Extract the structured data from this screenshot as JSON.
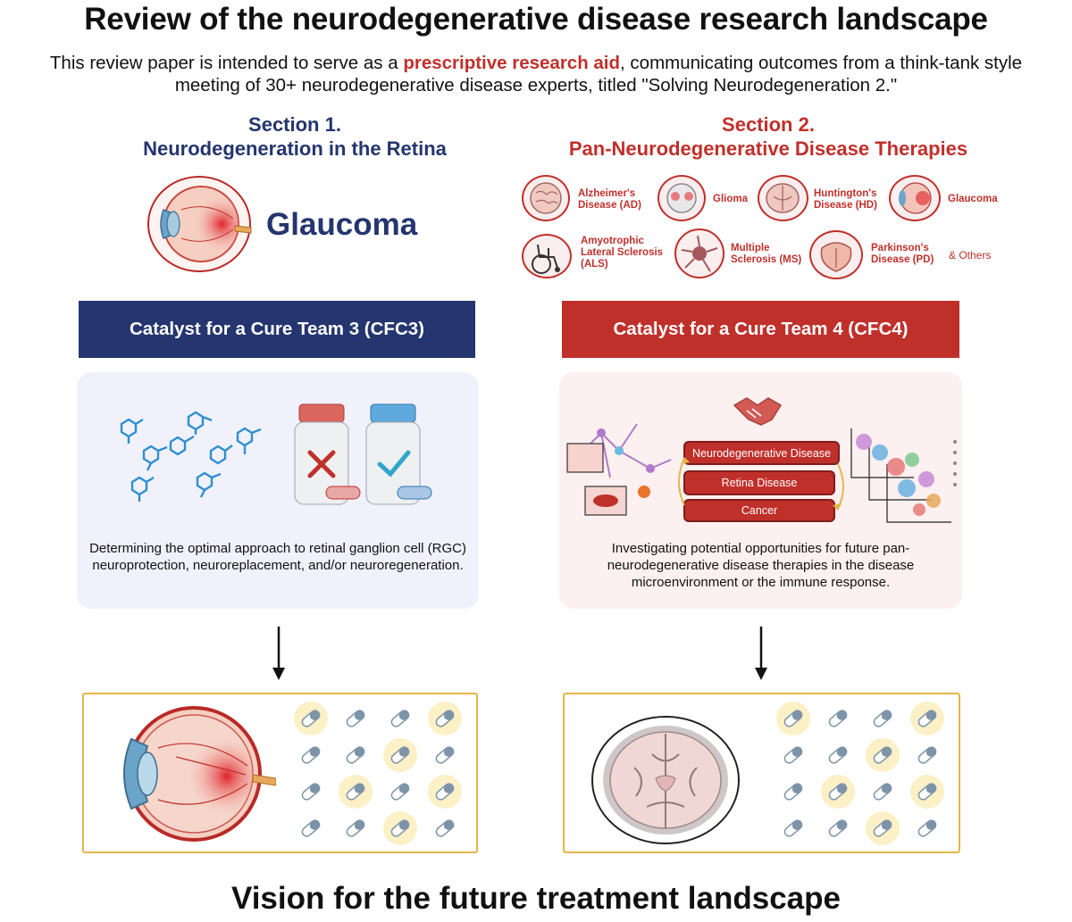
{
  "title": "Review of the neurodegenerative disease research landscape",
  "intro": {
    "before": "This review paper is intended to serve as a ",
    "highlight": "prescriptive research aid",
    "after": ", communicating outcomes from a think-tank style meeting of 30+ neurodegenerative disease experts, titled \"Solving Neurodegeneration 2.\""
  },
  "section1": {
    "heading": "Section 1.",
    "subheading": "Neurodegeneration in the Retina",
    "disease": "Glaucoma",
    "banner": "Catalyst for a Cure Team 3 (CFC3)",
    "description": "Determining the optimal approach to retinal ganglion cell (RGC) neuroprotection, neuroreplacement, and/or neuroregeneration."
  },
  "section2": {
    "heading": "Section 2.",
    "subheading": "Pan-Neurodegenerative Disease Therapies",
    "diseases": [
      {
        "label": "Alzheimer's Disease (AD)",
        "icon": "brain-icon"
      },
      {
        "label": "Glioma",
        "icon": "brain-scan-icon"
      },
      {
        "label": "Huntington's Disease (HD)",
        "icon": "brain-section-icon"
      },
      {
        "label": "Glaucoma",
        "icon": "eye-icon"
      },
      {
        "label": "Amyotrophic Lateral Sclerosis (ALS)",
        "icon": "wheelchair-icon"
      },
      {
        "label": "Multiple Sclerosis (MS)",
        "icon": "neuron-icon"
      },
      {
        "label": "Parkinson's Disease (PD)",
        "icon": "midbrain-icon"
      }
    ],
    "others": "& Others",
    "banner": "Catalyst for a Cure Team 4 (CFC4)",
    "stack": [
      "Neurodegenerative Disease",
      "Retina Disease",
      "Cancer"
    ],
    "description": "Investigating potential opportunities for future pan-neurodegenerative disease therapies in the disease microenvironment or the immune response."
  },
  "colors": {
    "navy": "#24356f",
    "red": "#c0302b",
    "gold": "#e2b74a",
    "pill_highlight": "#fbf0c6",
    "pill": "#7d93a8"
  },
  "bottom_title": "Vision for the future treatment landscape"
}
